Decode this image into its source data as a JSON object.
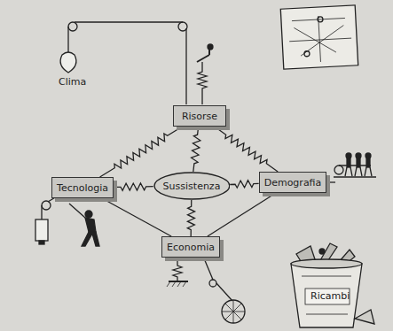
{
  "diagram": {
    "nodes": [
      {
        "text": [
          "Risorse"
        ]
      },
      {
        "text": [
          "Tecnologia"
        ]
      },
      {
        "text": [
          "Sussistenza"
        ]
      },
      {
        "text": [
          "Demografia"
        ]
      },
      {
        "text": [
          "Economia"
        ]
      }
    ],
    "edges": [
      {
        "from": 0,
        "to": 1,
        "arrow": "none"
      },
      {
        "from": 0,
        "to": 2,
        "arrow": "none"
      },
      {
        "from": 0,
        "to": 3,
        "arrow": "none"
      },
      {
        "from": 1,
        "to": 2,
        "arrow": "none"
      },
      {
        "from": 2,
        "to": 3,
        "arrow": "none"
      },
      {
        "from": 2,
        "to": 4,
        "arrow": "none"
      },
      {
        "from": 1,
        "to": 4,
        "arrow": "none"
      },
      {
        "from": 3,
        "to": 4,
        "arrow": "none"
      }
    ],
    "labels": [
      "Clima",
      "Ricambi"
    ]
  }
}
